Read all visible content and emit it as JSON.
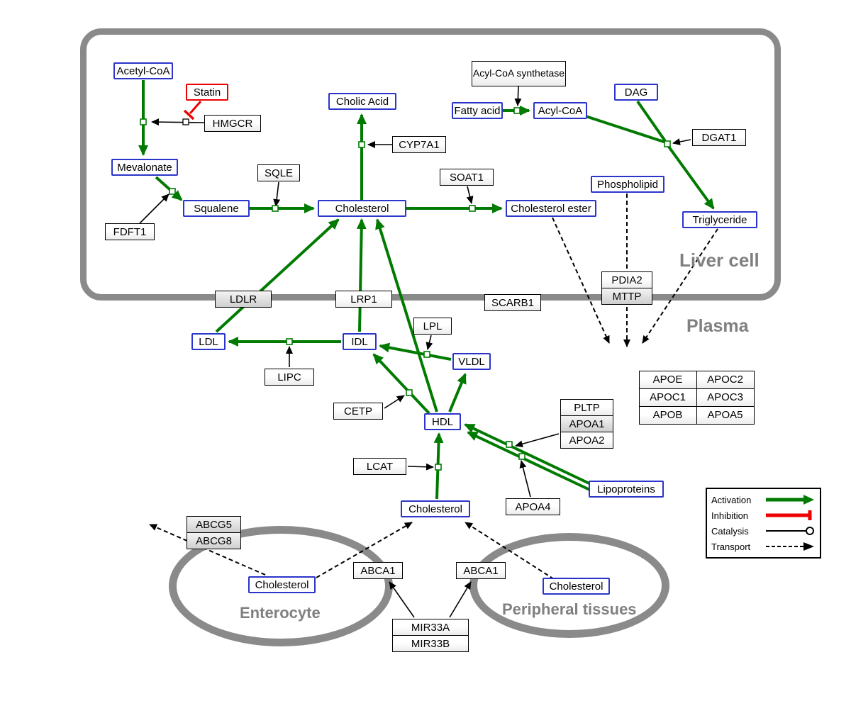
{
  "compartments": {
    "liver_cell": "Liver cell",
    "plasma": "Plasma",
    "enterocyte": "Enterocyte",
    "peripheral_tissues": "Peripheral tissues"
  },
  "nodes": {
    "acetyl_coa": "Acetyl-CoA",
    "statin": "Statin",
    "hmgcr": "HMGCR",
    "mevalonate": "Mevalonate",
    "fdft1": "FDFT1",
    "squalene": "Squalene",
    "sqle": "SQLE",
    "cholic_acid": "Cholic Acid",
    "cyp7a1": "CYP7A1",
    "cholesterol_liver": "Cholesterol",
    "soat1": "SOAT1",
    "cholesterol_ester": "Cholesterol ester",
    "acyl_coa_synthetase": "Acyl-CoA synthetase",
    "fatty_acid": "Fatty acid",
    "acyl_coa": "Acyl-CoA",
    "dag": "DAG",
    "dgat1": "DGAT1",
    "phospholipid": "Phospholipid",
    "triglyceride": "Triglyceride",
    "pdia2": "PDIA2",
    "mttp": "MTTP",
    "ldlr": "LDLR",
    "lrp1": "LRP1",
    "scarb1": "SCARB1",
    "ldl": "LDL",
    "idl": "IDL",
    "vldl": "VLDL",
    "hdl": "HDL",
    "lipc": "LIPC",
    "lpl": "LPL",
    "cetp": "CETP",
    "pltp": "PLTP",
    "apoa1": "APOA1",
    "apoa2": "APOA2",
    "apoe": "APOE",
    "apoc2": "APOC2",
    "apoc1": "APOC1",
    "apoc3": "APOC3",
    "apob": "APOB",
    "apoa5": "APOA5",
    "lcat": "LCAT",
    "apoa4": "APOA4",
    "lipoproteins": "Lipoproteins",
    "cholesterol_plasma": "Cholesterol",
    "abcg5": "ABCG5",
    "abcg8": "ABCG8",
    "cholesterol_enterocyte": "Cholesterol",
    "abca1_enterocyte": "ABCA1",
    "abca1_peripheral": "ABCA1",
    "cholesterol_peripheral": "Cholesterol",
    "mir33a": "MIR33A",
    "mir33b": "MIR33B"
  },
  "legend": {
    "activation": "Activation",
    "inhibition": "Inhibition",
    "catalysis": "Catalysis",
    "transport": "Transport"
  },
  "colors": {
    "activation_green": "#007a00",
    "inhibition_red": "#ee0000",
    "metabolite_border_blue": "#2b35c9",
    "compartment_gray": "#8a8a8a"
  }
}
